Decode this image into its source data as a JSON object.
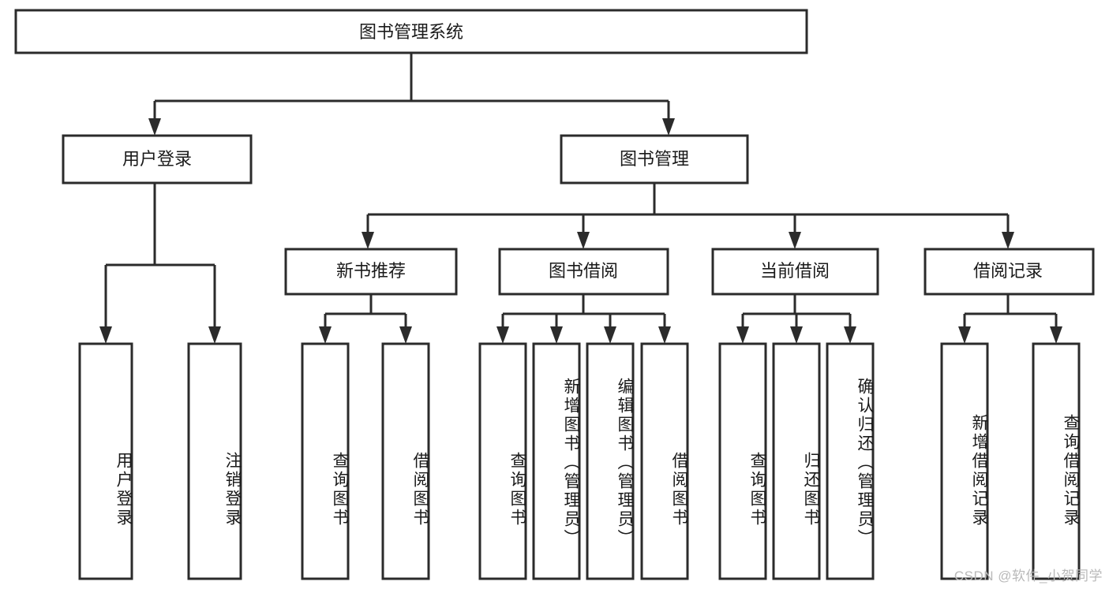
{
  "diagram": {
    "type": "tree",
    "title": "图书管理系统",
    "orientation": "top-down",
    "watermark": "CSDN @软件_小贺同学",
    "colors": {
      "stroke": "#2b2b2b",
      "box_fill": "#ffffff",
      "text": "#1a1a1a",
      "background": "#ffffff",
      "watermark": "#b9b9b9"
    },
    "root": {
      "id": "root",
      "label": "图书管理系统",
      "orientation": "horizontal"
    },
    "level2": [
      {
        "id": "user-login",
        "label": "用户登录",
        "orientation": "horizontal"
      },
      {
        "id": "book-management",
        "label": "图书管理",
        "orientation": "horizontal"
      }
    ],
    "level3": [
      {
        "id": "new-book-recommend",
        "label": "新书推荐",
        "orientation": "horizontal",
        "parent": "book-management"
      },
      {
        "id": "book-borrow",
        "label": "图书借阅",
        "orientation": "horizontal",
        "parent": "book-management"
      },
      {
        "id": "current-borrow",
        "label": "当前借阅",
        "orientation": "horizontal",
        "parent": "book-management"
      },
      {
        "id": "borrow-record",
        "label": "借阅记录",
        "orientation": "horizontal",
        "parent": "book-management"
      }
    ],
    "leaves": [
      {
        "id": "leaf-user-login",
        "label": "用户登录",
        "orientation": "vertical",
        "parent": "user-login"
      },
      {
        "id": "leaf-logout",
        "label": "注销登录",
        "orientation": "vertical",
        "parent": "user-login"
      },
      {
        "id": "leaf-query-book-1",
        "label": "查询图书",
        "orientation": "vertical",
        "parent": "new-book-recommend"
      },
      {
        "id": "leaf-borrow-book-1",
        "label": "借阅图书",
        "orientation": "vertical",
        "parent": "new-book-recommend"
      },
      {
        "id": "leaf-query-book-2",
        "label": "查询图书",
        "orientation": "vertical",
        "parent": "book-borrow"
      },
      {
        "id": "leaf-add-book",
        "label": "新增图书（管理员）",
        "orientation": "vertical",
        "parent": "book-borrow"
      },
      {
        "id": "leaf-edit-book",
        "label": "编辑图书（管理员）",
        "orientation": "vertical",
        "parent": "book-borrow"
      },
      {
        "id": "leaf-borrow-book-2",
        "label": "借阅图书",
        "orientation": "vertical",
        "parent": "book-borrow"
      },
      {
        "id": "leaf-query-book-3",
        "label": "查询图书",
        "orientation": "vertical",
        "parent": "current-borrow"
      },
      {
        "id": "leaf-return-book",
        "label": "归还图书",
        "orientation": "vertical",
        "parent": "current-borrow"
      },
      {
        "id": "leaf-confirm-return",
        "label": "确认归还（管理员）",
        "orientation": "vertical",
        "parent": "current-borrow"
      },
      {
        "id": "leaf-add-record",
        "label": "新增借阅记录",
        "orientation": "vertical",
        "parent": "borrow-record"
      },
      {
        "id": "leaf-query-record",
        "label": "查询借阅记录",
        "orientation": "vertical",
        "parent": "borrow-record"
      }
    ]
  }
}
